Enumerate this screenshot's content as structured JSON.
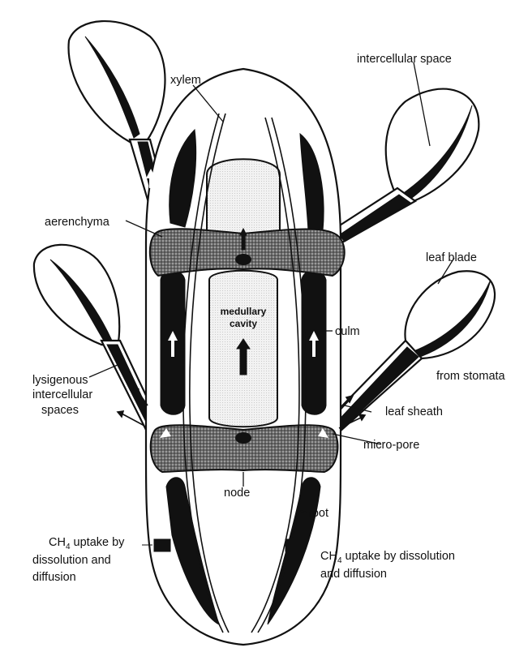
{
  "labels": {
    "xylem": "xylem",
    "intercellular_space": "intercellular space",
    "aerenchyma": "aerenchyma",
    "leaf_blade": "leaf blade",
    "medullary_cavity_line1": "medullary",
    "medullary_cavity_line2": "cavity",
    "culm": "culm",
    "lysigenous_line1": "lysigenous",
    "lysigenous_line2": "intercellular",
    "lysigenous_line3": "spaces",
    "from_stomata": "from stomata",
    "leaf_sheath": "leaf sheath",
    "micro_pore": "micro-pore",
    "node": "node",
    "root": "root",
    "left_uptake_line1_pre": "CH",
    "left_uptake_line1_sub": "4",
    "left_uptake_line1_post": " uptake by",
    "left_uptake_line2": "dissolution  and",
    "left_uptake_line3": "diffusion",
    "right_uptake_line1_pre": "CH",
    "right_uptake_line1_sub": "4",
    "right_uptake_line1_post": " uptake by dissolution",
    "right_uptake_line2": "and diffusion"
  }
}
